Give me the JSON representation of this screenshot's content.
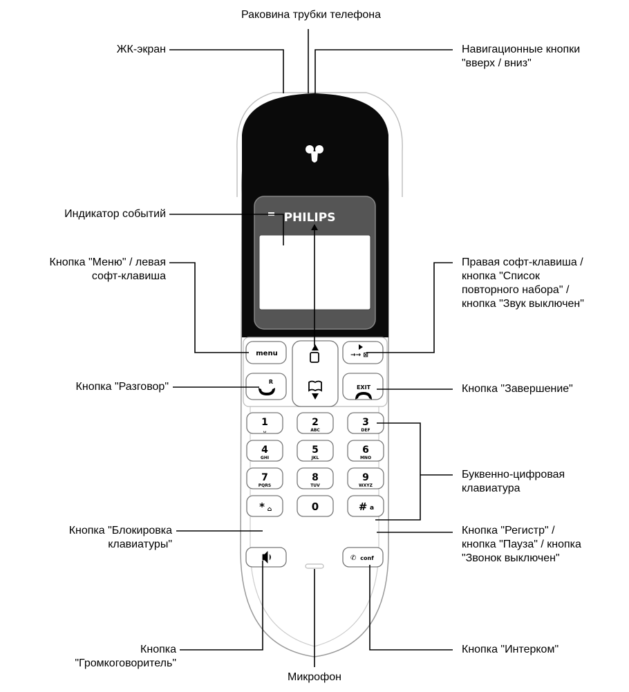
{
  "labels": {
    "earpiece": "Раковина трубки телефона",
    "lcd": "ЖК-экран",
    "nav_buttons": "Навигационные кнопки\n\"вверх / вниз\"",
    "event_indicator": "Индикатор событий",
    "menu_key": "Кнопка \"Меню\" / левая\nсофт-клавиша",
    "right_softkey": "Правая софт-клавиша /\nкнопка \"Список\nповторного набора\" /\nкнопка \"Звук выключен\"",
    "talk_key": "Кнопка \"Разговор\"",
    "end_key": "Кнопка \"Завершение\"",
    "keypad": "Буквенно-цифровая\nклавиатура",
    "keylock": "Кнопка \"Блокировка\nклавиатуры\"",
    "hash_key": "Кнопка \"Регистр\" /\nкнопка \"Пауза\" / кнопка\n\"Звонок выключен\"",
    "speaker": "Кнопка\n\"Громкоговоритель\"",
    "intercom": "Кнопка \"Интерком\"",
    "microphone": "Микрофон"
  },
  "phone": {
    "brand": "PHILIPS",
    "menu_key": "menu",
    "exit_key": "EXIT",
    "r_key": "R",
    "conf_key": "conf",
    "keys": [
      {
        "digit": "1",
        "letters": "␣"
      },
      {
        "digit": "2",
        "letters": "ABC"
      },
      {
        "digit": "3",
        "letters": "DEF"
      },
      {
        "digit": "4",
        "letters": "GHI"
      },
      {
        "digit": "5",
        "letters": "JKL"
      },
      {
        "digit": "6",
        "letters": "MNO"
      },
      {
        "digit": "7",
        "letters": "PQRS"
      },
      {
        "digit": "8",
        "letters": "TUV"
      },
      {
        "digit": "9",
        "letters": "WXYZ"
      },
      {
        "digit": "*",
        "letters": ""
      },
      {
        "digit": "0",
        "letters": ""
      },
      {
        "digit": "#",
        "letters": ""
      }
    ]
  }
}
